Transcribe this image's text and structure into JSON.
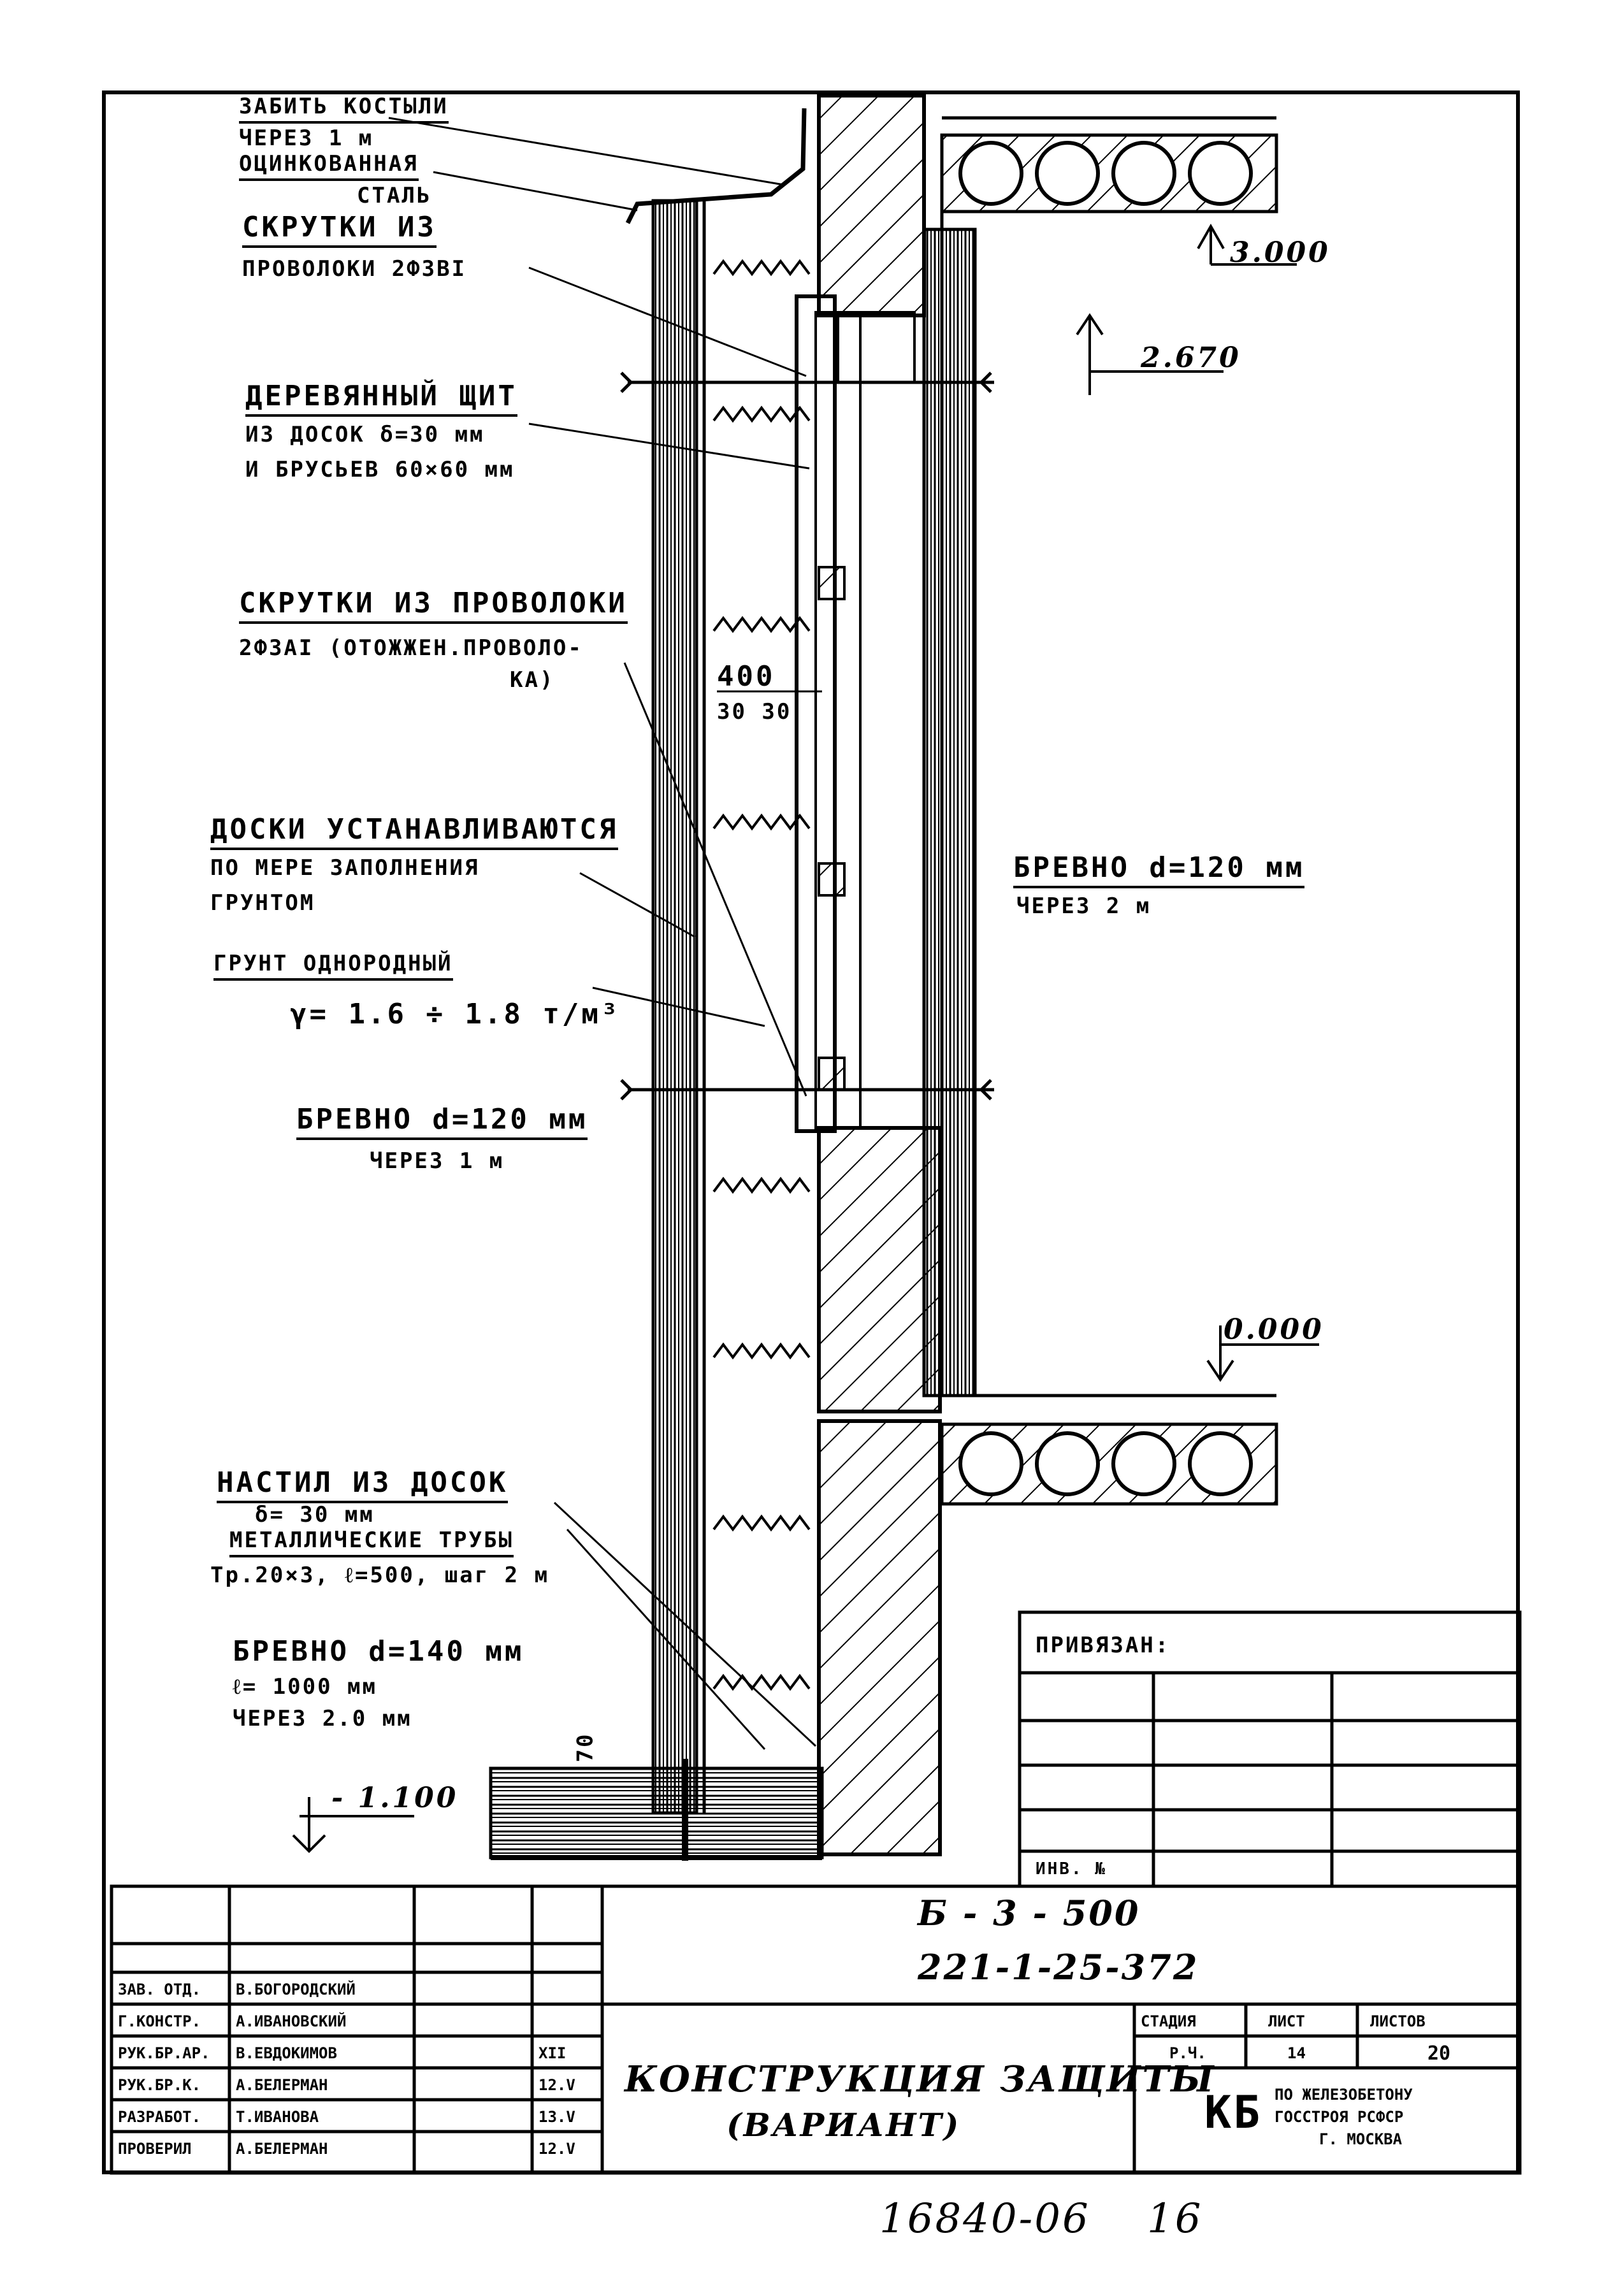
{
  "annotations": {
    "nail_title": "ЗАБИТЬ КОСТЫЛИ",
    "nail_sub": "ЧЕРЕЗ 1 м",
    "steel_title": "ОЦИНКОВАННАЯ",
    "steel_sub": "СТАЛЬ",
    "twist_title": "СКРУТКИ ИЗ",
    "twist_sub": "ПРОВОЛОКИ 2Ф3ВI",
    "shield_title": "ДЕРЕВЯННЫЙ ЩИТ",
    "shield_l2": "ИЗ ДОСОК δ=30 мм",
    "shield_l3": "И БРУСЬЕВ 60×60 мм",
    "wire_title": "СКРУТКИ ИЗ ПРОВОЛОКИ",
    "wire_l2": "2Ф3АI (ОТОЖЖЕН.ПРОВОЛО-",
    "wire_l3": "КА)",
    "boards_title": "ДОСКИ УСТАНАВЛИВАЮТСЯ",
    "boards_l2": "ПО МЕРЕ ЗАПОЛНЕНИЯ",
    "boards_l3": "ГРУНТОМ",
    "soil_title": "ГРУНТ ОДНОРОДНЫЙ",
    "soil_l2": "γ= 1.6 ÷ 1.8 т/м³",
    "log1_title": "БРЕВНО d=120 мм",
    "log1_sub": "ЧЕРЕЗ 1 м",
    "log2_title": "БРЕВНО d=120 мм",
    "log2_sub": "ЧЕРЕЗ 2 м",
    "deck_title": "НАСТИЛ ИЗ ДОСОК",
    "deck_l2": "δ= 30 мм",
    "pipe_title": "МЕТАЛЛИЧЕСКИЕ ТРУБЫ",
    "pipe_l2": "Тр.20×3, ℓ=500, шаг 2 м",
    "log3_title": "БРЕВНО d=140 мм",
    "log3_l2": "ℓ= 1000 мм",
    "log3_l3": "ЧЕРЕЗ 2.0 мм",
    "dim_400": "400",
    "dim_400_sub": "30 30",
    "dim_70": "70"
  },
  "levels": {
    "top": "3.000",
    "mid": "2.670",
    "zero": "0.000",
    "bottom": "- 1.100"
  },
  "binding": {
    "title": "ПРИВЯЗАН:",
    "inv": "ИНВ. №"
  },
  "title_block": {
    "code1": "Б - 3 - 500",
    "code2": "221-1-25-372",
    "drawing_title": "КОНСТРУКЦИЯ ЗАЩИТЫ",
    "drawing_subtitle": "(ВАРИАНТ)",
    "stage_h": "СТАДИЯ",
    "sheet_h": "ЛИСТ",
    "sheets_h": "ЛИСТОВ",
    "stage": "Р.Ч.",
    "sheet": "14",
    "sheets": "20",
    "org_logo": "КБ",
    "org_l1": "ПО ЖЕЛЕЗОБЕТОНУ",
    "org_l2": "ГОССТРОЯ РСФСР",
    "org_l3": "Г. МОСКВА",
    "roles": [
      {
        "role": "ЗАВ. ОТД.",
        "name": "В.БОГОРОДСКИЙ",
        "date": ""
      },
      {
        "role": "Г.КОНСТР.",
        "name": "А.ИВАНОВСКИЙ",
        "date": ""
      },
      {
        "role": "РУК.БР.АР.",
        "name": "В.ЕВДОКИМОВ",
        "date": "XII"
      },
      {
        "role": "РУК.БР.К.",
        "name": "А.БЕЛЕРМАН",
        "date": "12.V"
      },
      {
        "role": "РАЗРАБОТ.",
        "name": "Т.ИВАНОВА",
        "date": "13.V"
      },
      {
        "role": "ПРОВЕРИЛ",
        "name": "А.БЕЛЕРМАН",
        "date": "12.V"
      }
    ]
  },
  "footer": {
    "number": "16840-06",
    "page": "16"
  }
}
